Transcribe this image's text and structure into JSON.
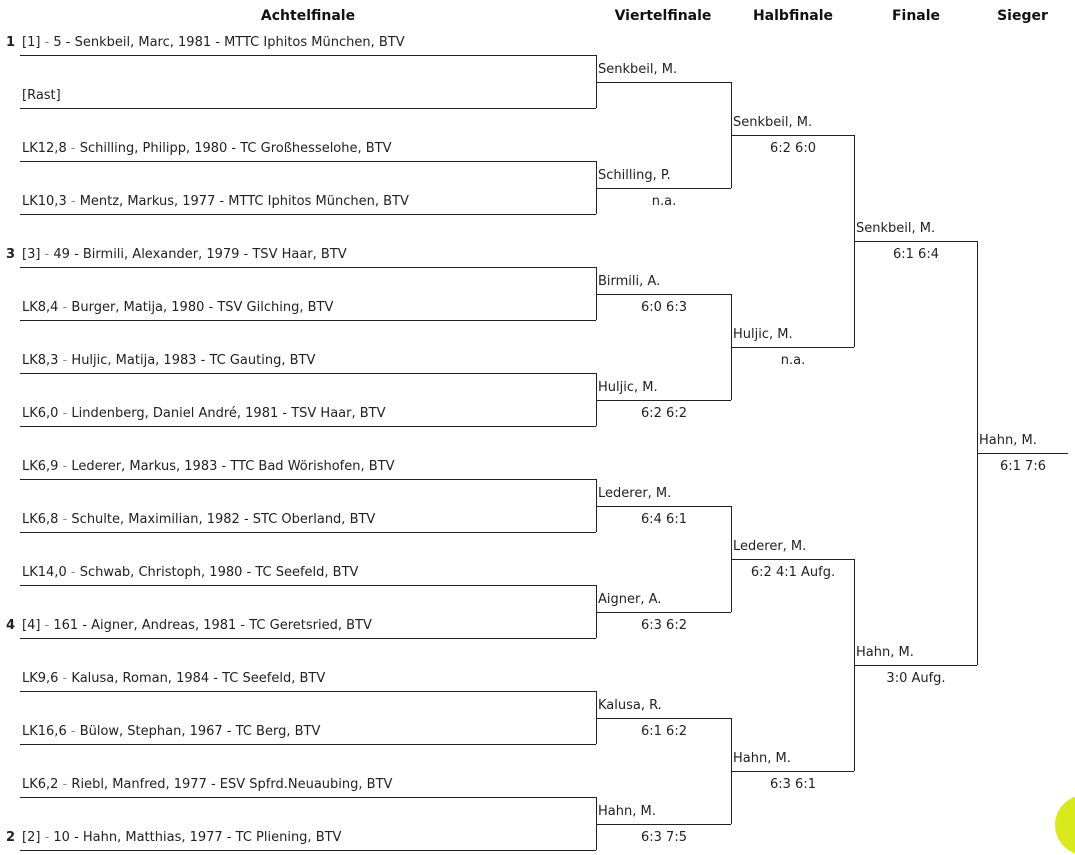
{
  "headers": {
    "r16": "Achtelfinale",
    "qf": "Viertelfinale",
    "sf": "Halbfinale",
    "final": "Finale",
    "winner": "Sieger"
  },
  "seeds": [
    "1",
    "3",
    "4",
    "2"
  ],
  "entries": [
    {
      "prefix": "[1]",
      "rest": "5 - Senkbeil, Marc, 1981 - MTTC Iphitos München, BTV"
    },
    {
      "prefix": "[Rast]",
      "rest": ""
    },
    {
      "prefix": "LK12,8",
      "rest": "Schilling, Philipp, 1980 - TC Großhesselohe, BTV"
    },
    {
      "prefix": "LK10,3",
      "rest": "Mentz, Markus, 1977 - MTTC Iphitos München, BTV"
    },
    {
      "prefix": "[3]",
      "rest": "49 - Birmili, Alexander, 1979 - TSV Haar, BTV"
    },
    {
      "prefix": "LK8,4",
      "rest": "Burger, Matija, 1980 - TSV Gilching, BTV"
    },
    {
      "prefix": "LK8,3",
      "rest": "Huljic, Matija, 1983 - TC Gauting, BTV"
    },
    {
      "prefix": "LK6,0",
      "rest": "Lindenberg, Daniel André, 1981 - TSV Haar, BTV"
    },
    {
      "prefix": "LK6,9",
      "rest": "Lederer, Markus, 1983 - TTC Bad Wörishofen, BTV"
    },
    {
      "prefix": "LK6,8",
      "rest": "Schulte, Maximilian, 1982 - STC Oberland, BTV"
    },
    {
      "prefix": "LK14,0",
      "rest": "Schwab, Christoph, 1980 - TC Seefeld, BTV"
    },
    {
      "prefix": "[4]",
      "rest": "161 - Aigner, Andreas, 1981 - TC Geretsried, BTV"
    },
    {
      "prefix": "LK9,6",
      "rest": "Kalusa, Roman, 1984 - TC Seefeld, BTV"
    },
    {
      "prefix": "LK16,6",
      "rest": "Bülow, Stephan, 1967 - TC Berg, BTV"
    },
    {
      "prefix": "LK6,2",
      "rest": "Riebl, Manfred, 1977 - ESV Spfrd.Neuaubing, BTV"
    },
    {
      "prefix": "[2]",
      "rest": "10 - Hahn, Matthias, 1977 - TC Pliening, BTV"
    }
  ],
  "qf": [
    {
      "name": "Senkbeil, M.",
      "score": ""
    },
    {
      "name": "Schilling, P.",
      "score": "n.a."
    },
    {
      "name": "Birmili, A.",
      "score": "6:0 6:3"
    },
    {
      "name": "Huljic, M.",
      "score": "6:2 6:2"
    },
    {
      "name": "Lederer, M.",
      "score": "6:4 6:1"
    },
    {
      "name": "Aigner, A.",
      "score": "6:3 6:2"
    },
    {
      "name": "Kalusa, R.",
      "score": "6:1 6:2"
    },
    {
      "name": "Hahn, M.",
      "score": "6:3 7:5"
    }
  ],
  "sf": [
    {
      "name": "Senkbeil, M.",
      "score": "6:2 6:0"
    },
    {
      "name": "Huljic, M.",
      "score": "n.a."
    },
    {
      "name": "Lederer, M.",
      "score": "6:2 4:1 Aufg."
    },
    {
      "name": "Hahn, M.",
      "score": "6:3 6:1"
    }
  ],
  "finalists": [
    {
      "name": "Senkbeil, M.",
      "score": "6:1 6:4"
    },
    {
      "name": "Hahn, M.",
      "score": "3:0 Aufg."
    }
  ],
  "winner": {
    "name": "Hahn, M.",
    "score": "6:1 7:6"
  },
  "colors": {
    "line": "#222222",
    "separator": "#888888",
    "accent": "#d9ea1c"
  }
}
